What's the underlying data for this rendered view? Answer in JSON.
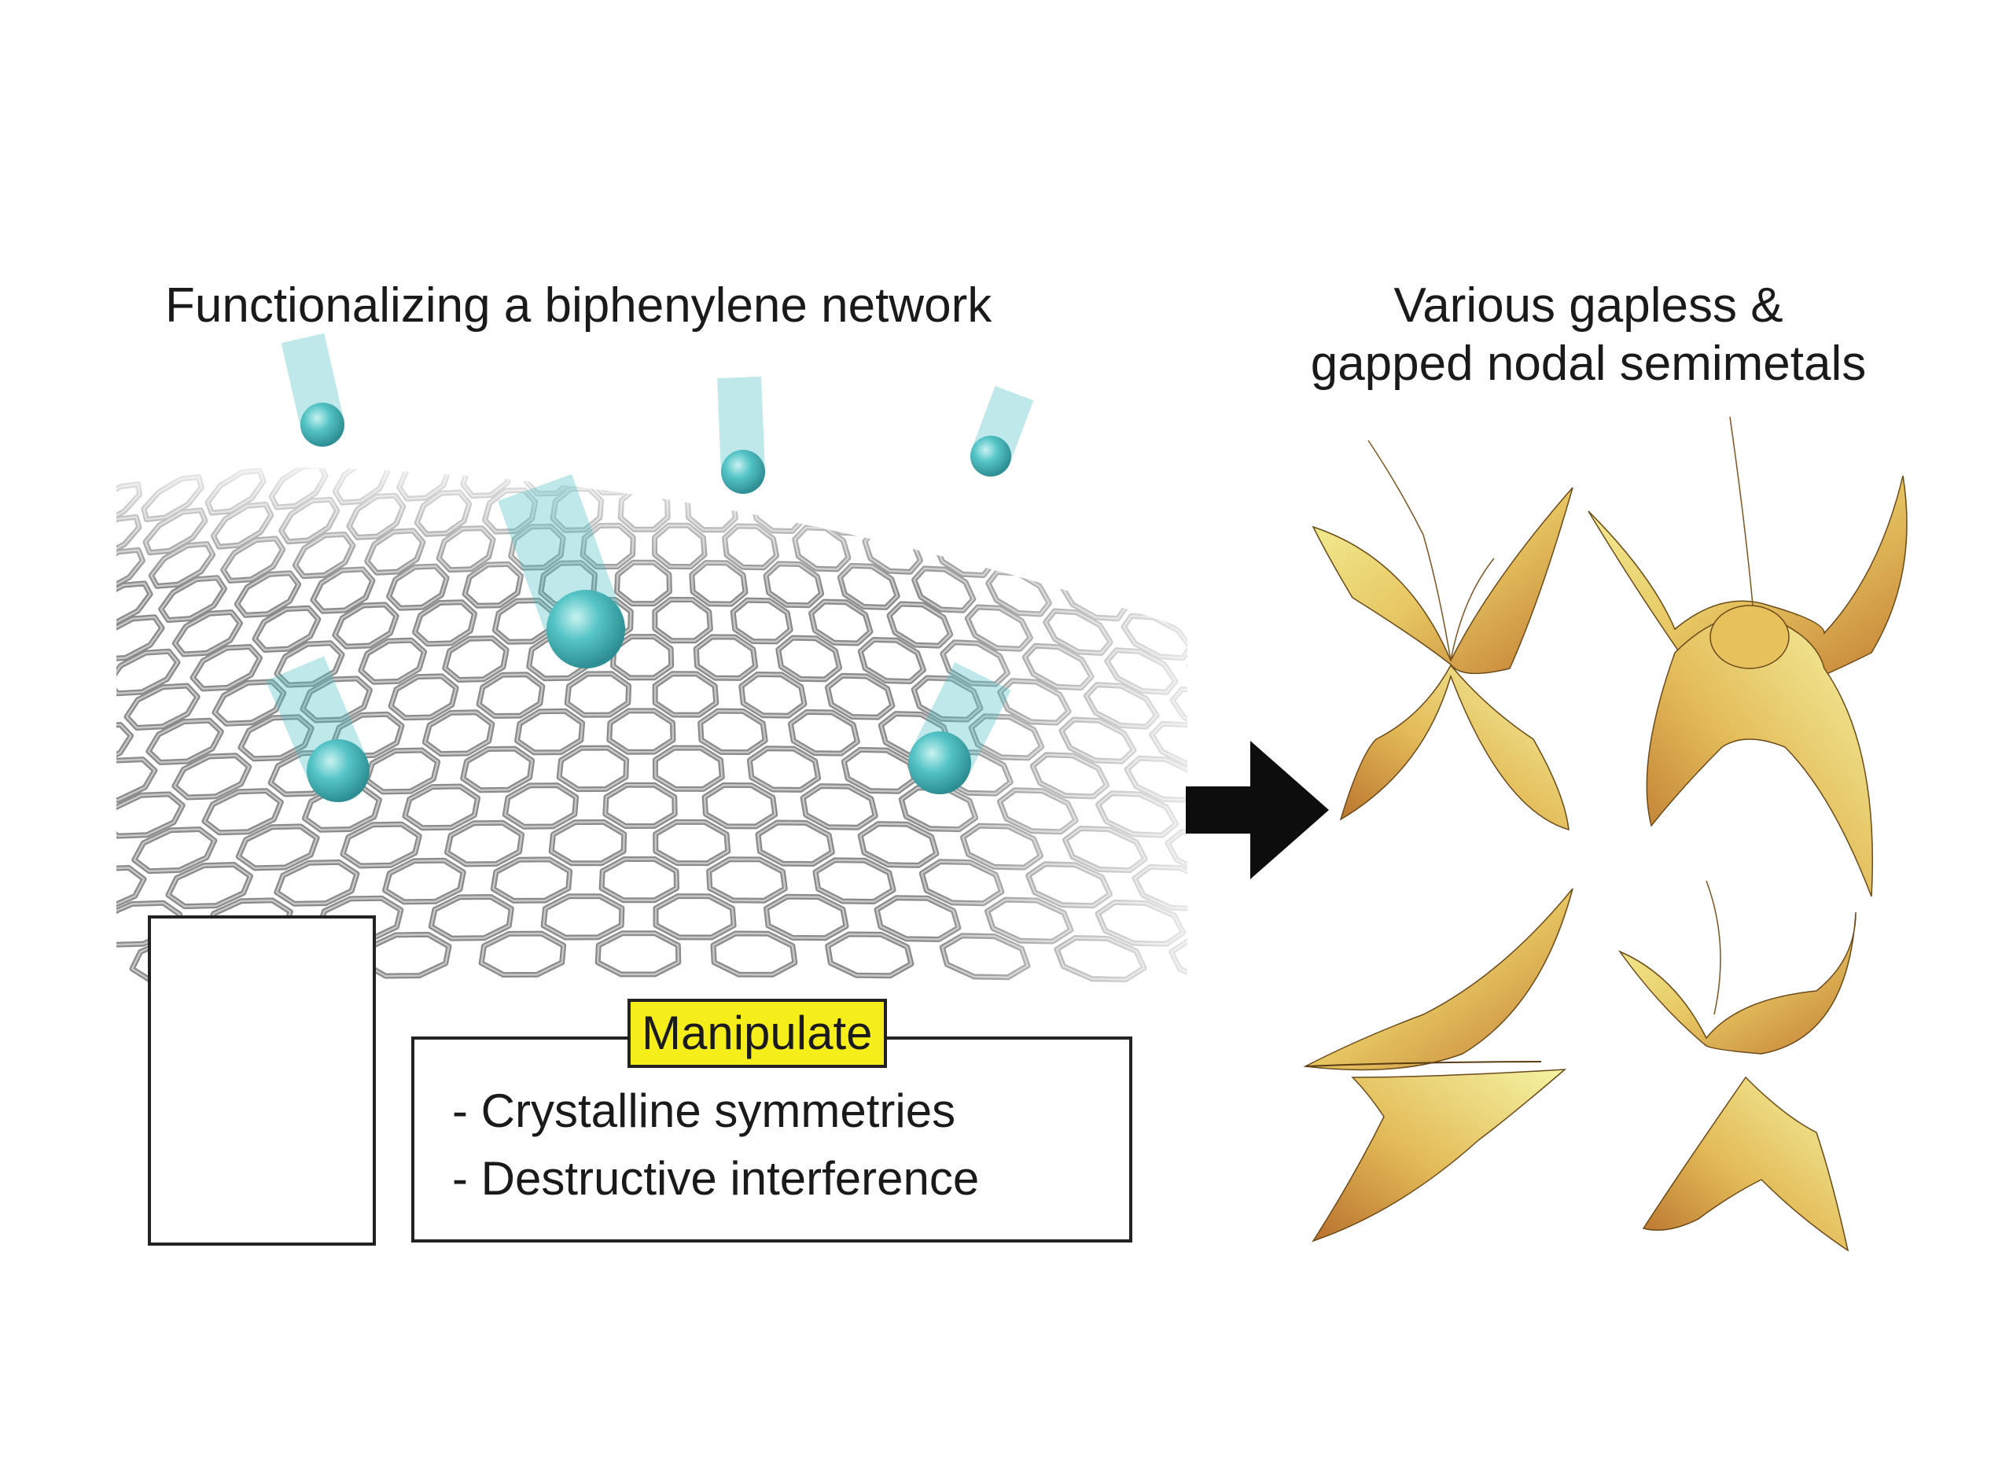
{
  "titles": {
    "left": "Functionalizing a biphenylene network",
    "right_line1": "Various gapless &",
    "right_line2": "gapped nodal semimetals"
  },
  "manipulate": {
    "label": "Manipulate",
    "items": [
      "- Crystalline symmetries",
      "- Destructive interference"
    ]
  },
  "colors": {
    "lattice_bond": "#8a8a8a",
    "adatom": "#45bcc0",
    "band_light": "#f1f08d",
    "band_dark": "#c27c32",
    "label_highlight": "#f6ee1b",
    "arrow": "#0d0d0d"
  },
  "icons": [
    "hexagonal-lattice",
    "adatom",
    "dirac-cone",
    "right-arrow"
  ]
}
